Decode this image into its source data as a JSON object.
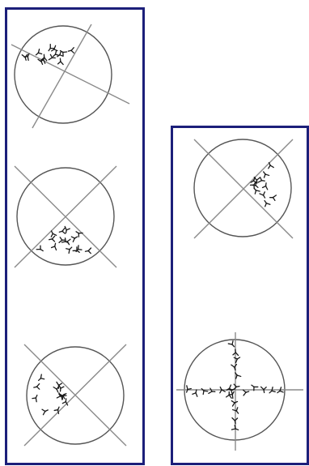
{
  "colors": {
    "frame": "#1c1f7a",
    "circle": "#555555",
    "line": "#8a8a8a",
    "mark": "#1a1a1a"
  },
  "panels": [
    {
      "name": "left-panel",
      "diagrams": [
        "circle-quadrant-top",
        "circle-quadrant-bottom",
        "circle-quadrant-left"
      ]
    },
    {
      "name": "right-panel",
      "diagrams": [
        "circle-quadrant-right",
        "circle-cross-center"
      ]
    }
  ]
}
